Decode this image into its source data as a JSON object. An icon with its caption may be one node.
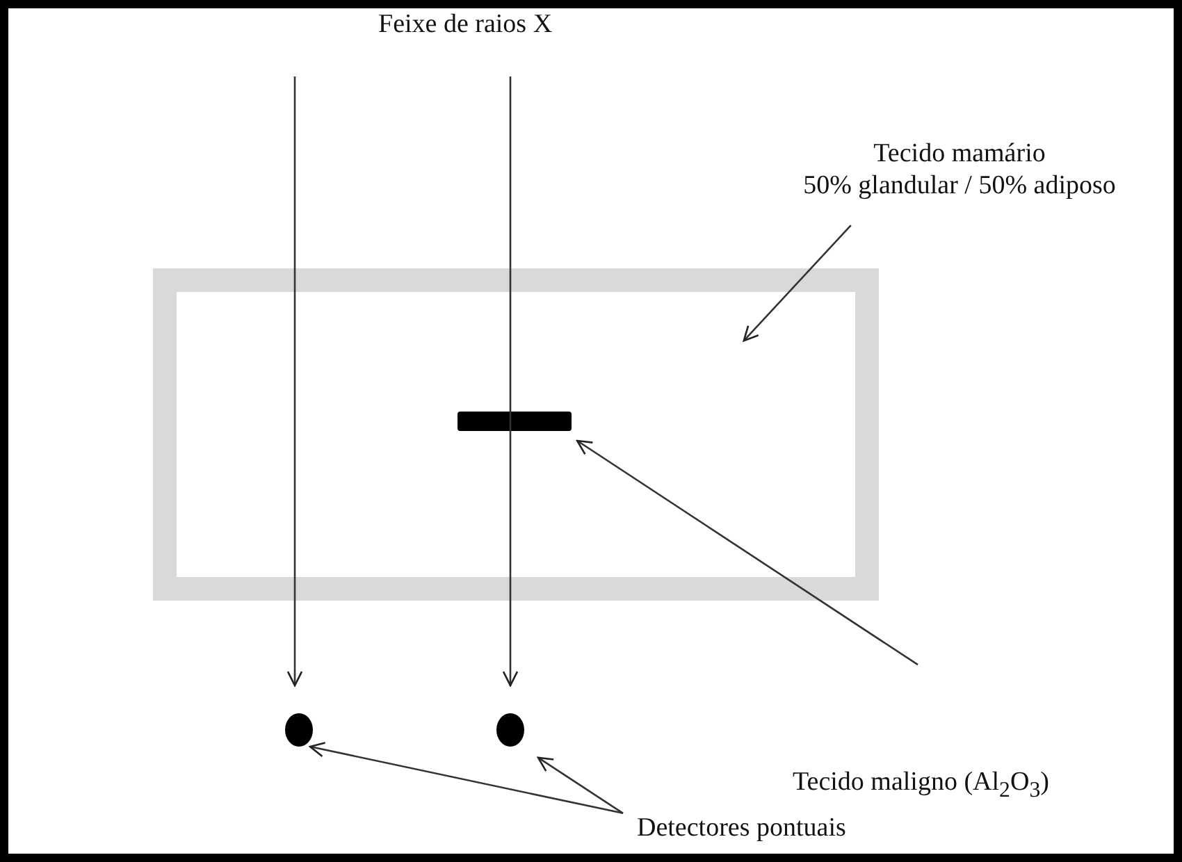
{
  "diagram": {
    "nodes": [
      {
        "text": [
          "Tecido mamário",
          "50% glandular / 50% adiposo"
        ]
      },
      {
        "text": [],
        "shape": "box"
      },
      {
        "text": [],
        "shape": "bar",
        "in": 1
      },
      {
        "text": [
          "Tecido maligno (Al$_{2}$O$_{3}$)"
        ]
      },
      {
        "text": [],
        "shape": "circle"
      },
      {
        "text": [],
        "shape": "circle"
      },
      {
        "text": [
          "Detectores pontuais"
        ]
      }
    ],
    "edges": [
      {
        "from": 0,
        "to": 1,
        "arrow": "to"
      },
      {
        "from": 3,
        "to": 2,
        "arrow": "to"
      },
      {
        "from": 6,
        "to": 4,
        "arrow": "to"
      },
      {
        "from": 6,
        "to": 5,
        "arrow": "to"
      },
      {
        "from": null,
        "to": 4,
        "arrow": "to"
      },
      {
        "from": null,
        "to": 5,
        "arrow": "to"
      }
    ],
    "labels": [
      "Feixe de raios X"
    ]
  }
}
